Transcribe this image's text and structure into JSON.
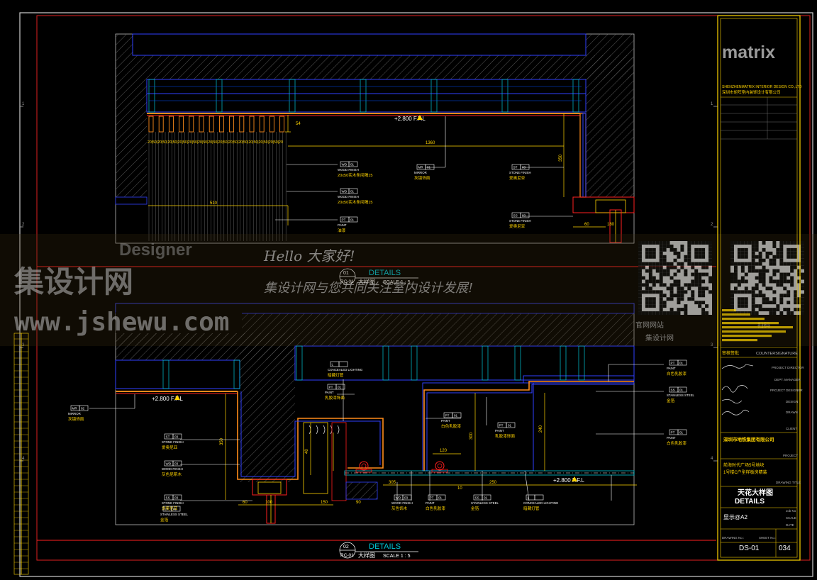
{
  "colors": {
    "background": "#000000",
    "frame": "#d8d8d8",
    "red": "#ff2020",
    "yellow": "#ffd400",
    "cyan": "#00c8d8",
    "blue": "#3040ff",
    "white": "#f4f4f4",
    "orange": "#ff8c1a",
    "hatch": "#7a7a7a"
  },
  "title_block": {
    "brand": "matrix",
    "company_en": "SHENZHENMATRIX INTERIOR DESIGN CO.,LTD",
    "company_cn": "深圳市矩阵室内装饰设计有限公司",
    "approved": "审核签批",
    "countersignature": "COUNTERSIGNATURE",
    "project_director": "PROJECT DIRECTOR",
    "dept_manager": "DEPT. MANAGER",
    "project_designer": "PROJECT DESIGNER",
    "design": "DESIGN",
    "drawn": "DRAWN",
    "client_label": "CLIENT",
    "client": "深圳市地铁集团有限公司",
    "project_label": "PROJECT",
    "project_line1": "前海时代广场5号地块",
    "project_line2": "1号楼C户型样板房精装",
    "drawing_title_label": "DRAWING TITLE",
    "title_cn": "天花大样图",
    "title_en": "DETAILS",
    "job_no": "Job No",
    "scale": "SCALE",
    "date": "DATE",
    "scale_value": "显示@A2",
    "drawing_no_label": "DRAWING No.:",
    "sheet_no_label": "SHEET No.:",
    "drawing_no": "DS-01",
    "sheet_no": "034"
  },
  "details": [
    {
      "num": "01",
      "ref": "RC-01",
      "title": "DETAILS",
      "cn": "大样图",
      "scale": "SCALE 1 : 5"
    },
    {
      "num": "02",
      "ref": "RC-01",
      "title": "DETAILS",
      "cn": "大样图",
      "scale": "SCALE 1 : 5"
    }
  ],
  "detail1": {
    "level": "+2.800 F.F.L",
    "dims": {
      "d54": "54",
      "d1360": "1360",
      "d350": "350",
      "d510": "510",
      "d60": "60",
      "d180": "180"
    },
    "slat_dims": "20|50|20|50|20|50|20|50|20|50|20|50|20|50|20|50|20|50|20|50|20|50|20|50|20|50|20",
    "tags": [
      {
        "code": "WD",
        "num": "01",
        "en": "WOOD FINISH",
        "cn": "20x50实木条间隔15"
      },
      {
        "code": "WD",
        "num": "01",
        "en": "WOOD FINISH",
        "cn": "20x50实木条间隔15"
      },
      {
        "code": "PT",
        "num": "01",
        "en": "PAINT",
        "cn": "油漆"
      },
      {
        "code": "MR",
        "num": "01",
        "en": "MIRROR",
        "cn": "灰镜饰面"
      },
      {
        "code": "ST",
        "num": "03",
        "en": "STONE FINISH",
        "cn": "爱奥尼亚"
      },
      {
        "code": "SS",
        "num": "03",
        "en": "STONE FINISH",
        "cn": "爱奥尼亚"
      }
    ]
  },
  "detail2": {
    "level": "+2.800 F.F.L",
    "level2": "+2.800 F.F.L",
    "dims": {
      "d350": "350",
      "d60": "60",
      "d100": "100",
      "d150": "150",
      "d90": "90",
      "d305": "305",
      "d250": "250",
      "d120": "120",
      "d300": "300",
      "d240": "240",
      "d10": "10",
      "d40": "40"
    },
    "tags": [
      {
        "code": "MR",
        "num": "02",
        "en": "MIRROR",
        "cn": "灰镜饰面"
      },
      {
        "code": "ST",
        "num": "03",
        "en": "STONE FINISH",
        "cn": "爱奥尼亚"
      },
      {
        "code": "WD",
        "num": "03",
        "en": "WOOD FINISH",
        "cn": "灰色尼斯木"
      },
      {
        "code": "SS",
        "num": "03",
        "en": "STONE FINISH",
        "cn": "爱奥尼亚"
      },
      {
        "code": "L",
        "num": "",
        "en": "CONCEALED LIGHTING",
        "cn": "暗藏灯管"
      },
      {
        "code": "PT",
        "num": "01",
        "en": "PAINT",
        "cn": "乳胶漆饰面"
      },
      {
        "code": "PT",
        "num": "01",
        "en": "PAINT",
        "cn": "白色乳胶漆"
      },
      {
        "code": "PT",
        "num": "01",
        "en": "PAINT",
        "cn": "乳胶漆饰面"
      },
      {
        "code": "WD",
        "num": "03",
        "en": "WOOD FINISH",
        "cn": "灰色饰木"
      },
      {
        "code": "PT",
        "num": "01",
        "en": "PAINT",
        "cn": "白色乳胶漆"
      },
      {
        "code": "SS",
        "num": "01",
        "en": "STAINLESS STEEL",
        "cn": "金箔"
      },
      {
        "code": "L",
        "num": "",
        "en": "CONCEALED LIGHTING",
        "cn": "暗藏灯管"
      },
      {
        "code": "ST",
        "num": "01",
        "en": "STAINLESS STEEL",
        "cn": "金箔"
      },
      {
        "code": "PT",
        "num": "01",
        "en": "PAINT",
        "cn": "白色乳胶漆"
      },
      {
        "code": "SS",
        "num": "01",
        "en": "STAINLESS STEEL",
        "cn": "金箔"
      },
      {
        "code": "PT",
        "num": "01",
        "en": "PAINT",
        "cn": "白色乳胶漆"
      }
    ]
  },
  "watermark": {
    "logo_en": "Designer",
    "logo_cn": "集设计网",
    "url": "www.jshewu.com",
    "hello": "Hello 大家好!",
    "slogan": "集设计网与您共同关注室内设计发展!",
    "site": "官网网站",
    "site2": "集设计网",
    "scan": "扫码"
  }
}
